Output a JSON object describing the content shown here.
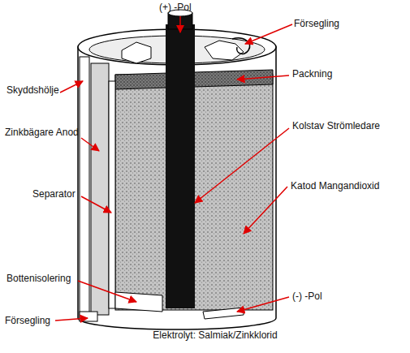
{
  "diagram": {
    "caption": "Elektrolyt: Salmiak/Zinkklorid",
    "labels": [
      "(+) -Pol",
      "Försegling",
      "Skyddshölje",
      "Packning",
      "Zinkbägare Anod",
      "Kolstav Strömledare",
      "Separator",
      "Katod Mangandioxid",
      "Bottenisolering",
      "(-) -Pol",
      "Försegling"
    ]
  }
}
